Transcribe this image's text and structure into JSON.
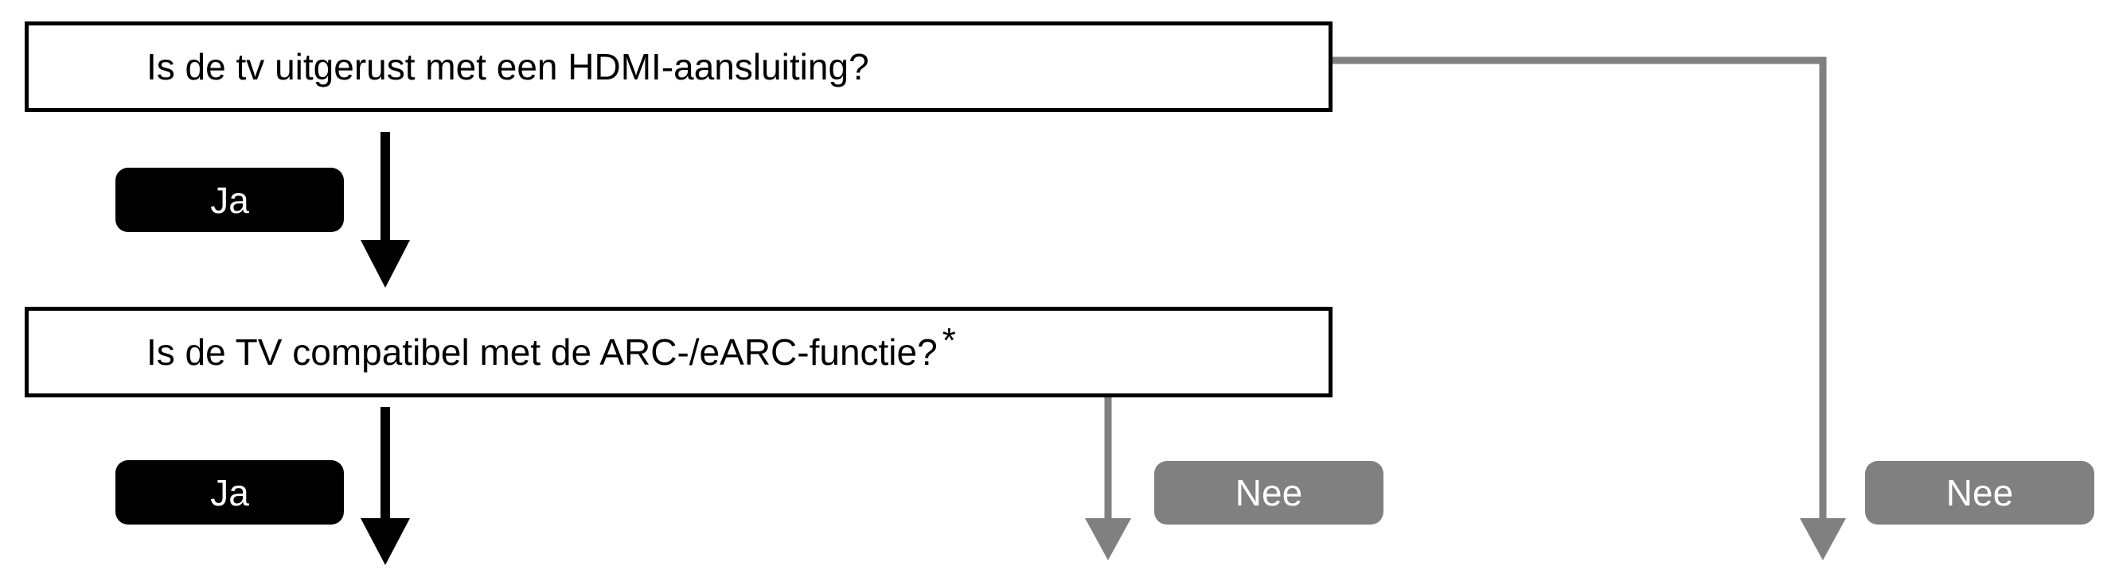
{
  "questions": {
    "q1": "Is de tv uitgerust met een HDMI-aansluiting?",
    "q2": "Is de TV compatibel met de ARC-/eARC-functie?",
    "q2_footnote_mark": "*"
  },
  "answers": {
    "yes1": "Ja",
    "yes2": "Ja",
    "no1": "Nee",
    "no2": "Nee"
  },
  "colors": {
    "yes_path": "#000000",
    "no_path": "#808080",
    "box_border": "#000000"
  }
}
